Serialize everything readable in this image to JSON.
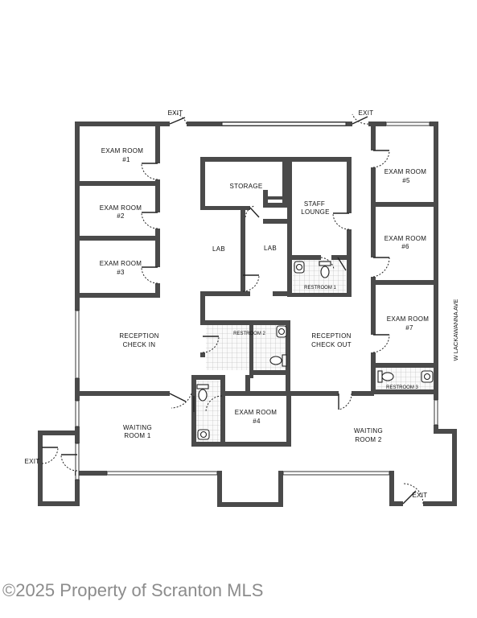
{
  "rooms": {
    "exam1": [
      "EXAM ROOM",
      "#1"
    ],
    "exam2": [
      "EXAM ROOM",
      "#2"
    ],
    "exam3": [
      "EXAM ROOM",
      "#3"
    ],
    "exam4": [
      "EXAM ROOM",
      "#4"
    ],
    "exam5": [
      "EXAM ROOM",
      "#5"
    ],
    "exam6": [
      "EXAM ROOM",
      "#6"
    ],
    "exam7": [
      "EXAM ROOM",
      "#7"
    ],
    "storage": "STORAGE",
    "lab1": "LAB",
    "lab2": "LAB",
    "staff_lounge": [
      "STAFF",
      "LOUNGE"
    ],
    "restroom1": "RESTROOM 1",
    "restroom2": "RESTROOM 2",
    "restroom3": "RESTROOM 3",
    "reception_in": [
      "RECEPTION",
      "CHECK IN"
    ],
    "reception_out": [
      "RECEPTION",
      "CHECK OUT"
    ],
    "waiting1": [
      "WAITING",
      "ROOM 1"
    ],
    "waiting2": [
      "WAITING",
      "ROOM 2"
    ]
  },
  "exits": {
    "top_left": "EXIT",
    "top_right": "EXIT",
    "left": "EXIT",
    "bottom_right": "EXIT"
  },
  "street": "W LACKAWANNA AVE",
  "watermark": "©2025 Property of Scranton MLS"
}
